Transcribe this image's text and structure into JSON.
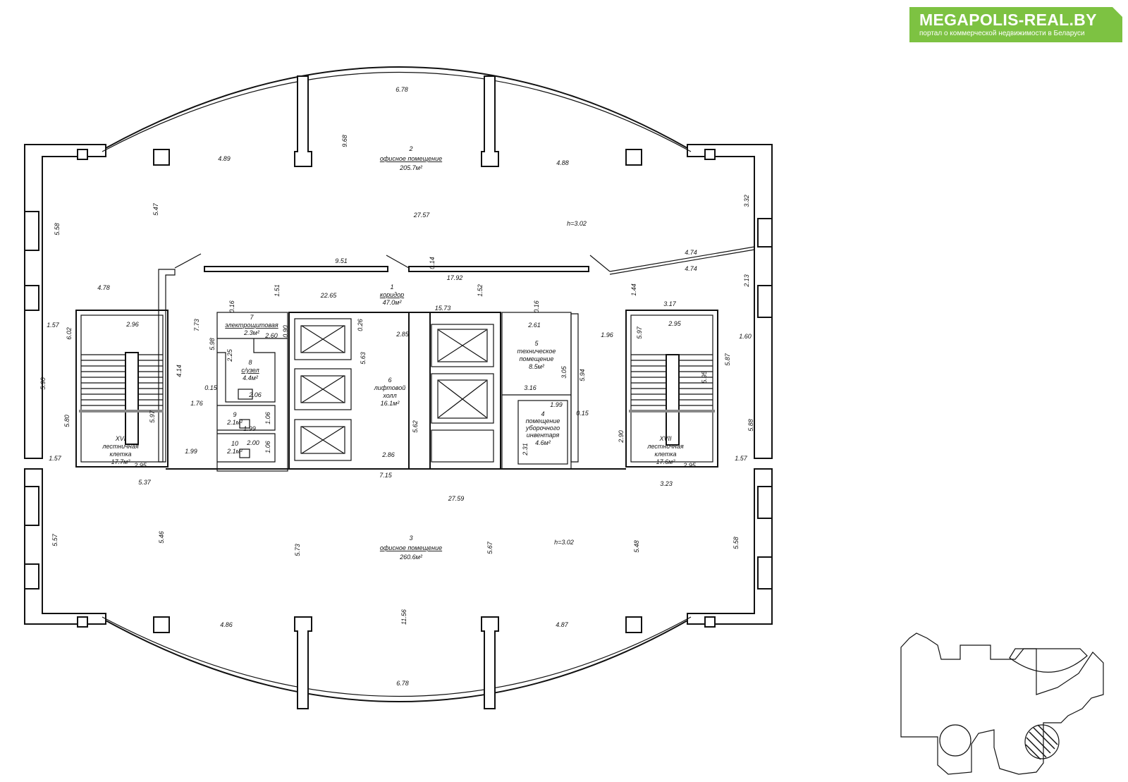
{
  "brand": {
    "name": "MEGAPOLIS-REAL.BY",
    "tagline": "портал о коммерческой недвижимости в Беларуси",
    "color": "#7dc242"
  },
  "rooms": {
    "office_north": {
      "num": "2",
      "name": "офисное помещение",
      "area": "205.7м²"
    },
    "office_south": {
      "num": "3",
      "name": "офисное помещение",
      "area": "260.6м²"
    },
    "corridor": {
      "num": "1",
      "name": "коридор",
      "area": "47.0м²"
    },
    "lift_hall": {
      "num": "6",
      "name1": "лифтовой",
      "name2": "холл",
      "area": "16.1м²"
    },
    "electrical": {
      "num": "7",
      "name": "электрощитовая",
      "area": "2.3м²"
    },
    "wc8": {
      "num": "8",
      "name": "с/узел",
      "area": "4.4м²"
    },
    "wc9": {
      "num": "9",
      "area": "2.1м²"
    },
    "wc10": {
      "num": "10",
      "area": "2.1м²"
    },
    "technical": {
      "num": "5",
      "name1": "техническое",
      "name2": "помещение",
      "area": "8.5м²"
    },
    "cleaning": {
      "num": "4",
      "name1": "помещение",
      "name2": "уборочного",
      "name3": "инвентаря",
      "area": "4.6м²"
    },
    "stair_xvi": {
      "num": "XVI",
      "name1": "лестничная",
      "name2": "клетка",
      "area": "17.7м²"
    },
    "stair_xvii": {
      "num": "XVII",
      "name1": "лестничная",
      "name2": "клетка",
      "area": "17.6м²"
    }
  },
  "heights": {
    "north": "h=3.02",
    "south": "h=3.02"
  },
  "dims": {
    "n_top": "6.78",
    "n_depth": "9.68",
    "n_left": "4.89",
    "n_right": "4.88",
    "n_width": "27.57",
    "n_col1": "5.47",
    "n_wall_l": "5.58",
    "n_wall_r": "3.32",
    "n_bot1": "9.51",
    "n_bot2": "0.14",
    "n_bot3": "17.92",
    "n_r1": "4.74",
    "n_r2": "4.74",
    "c_left": "4.78",
    "c_d1": "1.51",
    "c_len": "22.65",
    "c_d2": "1.52",
    "c_d3": "1.44",
    "c_right": "3.17",
    "c_r2": "2.13",
    "c_t1": "0.16",
    "c_t2": "0.16",
    "c_lift": "15.73",
    "e_w": "2.60",
    "e_h": "0.90",
    "e_773": "7.73",
    "e_598": "5.98",
    "e_225": "2.25",
    "wc_206": "2.06",
    "wc_015": "0.15",
    "wc_176": "1.76",
    "wc_106a": "1.06",
    "wc_199a": "1.99",
    "wc_200": "2.00",
    "wc_106b": "1.06",
    "wc_199b": "1.99",
    "lh_026": "0.26",
    "lh_285": "2.85",
    "lh_563": "5.63",
    "lh_562": "5.62",
    "lh_286": "2.86",
    "lh_715": "7.15",
    "t_261": "2.61",
    "t_305": "3.05",
    "t_594": "5.94",
    "t_316": "3.16",
    "t_199": "1.99",
    "t_015": "0.15",
    "t_231": "2.31",
    "t_196": "1.96",
    "sl_157a": "1.57",
    "sl_296": "2.96",
    "sl_602": "6.02",
    "sl_414": "4.14",
    "sl_590": "5.90",
    "sl_580": "5.80",
    "sl_597": "5.97",
    "sl_157b": "1.57",
    "sl_295": "2.95",
    "sl_537": "5.37",
    "sr_295": "2.95",
    "sr_597": "5.97",
    "sr_587": "5.87",
    "sr_160": "1.60",
    "sr_595": "5.95",
    "sr_290": "2.90",
    "sr_588": "5.88",
    "sr_157": "1.57",
    "sr_295b": "2.95",
    "sr_323": "3.23",
    "s_width": "27.59",
    "s_wall_l": "5.57",
    "s_546": "5.46",
    "s_573": "5.73",
    "s_567": "5.67",
    "s_548": "5.48",
    "s_wall_r": "5.58",
    "s_left": "4.86",
    "s_depth": "11.56",
    "s_right": "4.87",
    "s_bottom": "6.78"
  }
}
